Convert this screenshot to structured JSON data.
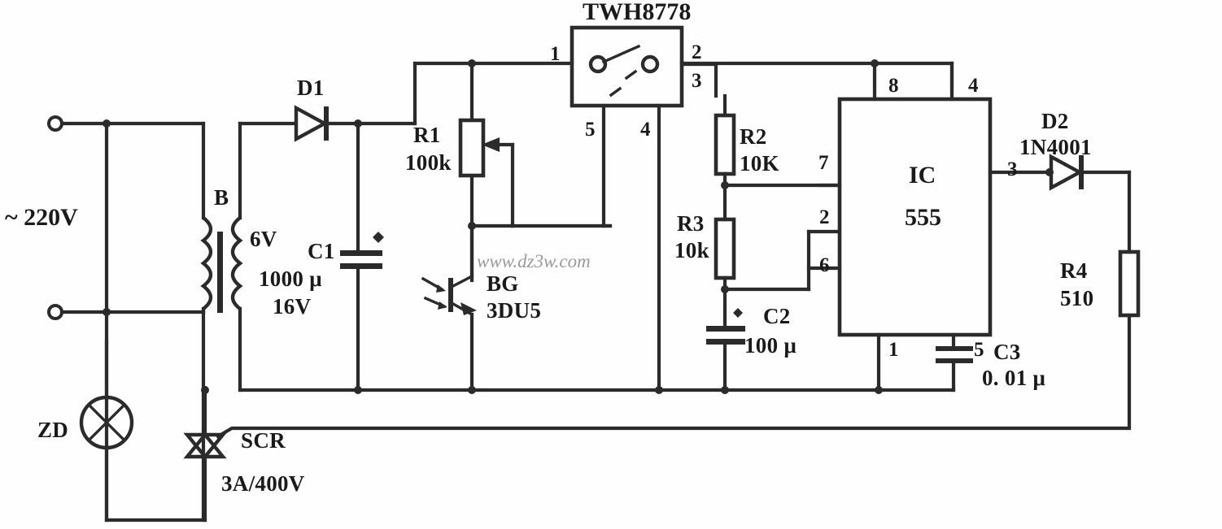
{
  "diagram": {
    "title": "TWH8778",
    "watermark": "www.dz3w.com",
    "type": "schematic"
  },
  "source": {
    "ac_label": "~ 220V",
    "terminal_top": "ac-terminal-top",
    "terminal_bottom": "ac-terminal-bottom"
  },
  "components": {
    "lamp": {
      "ref": "ZD"
    },
    "scr": {
      "ref": "SCR",
      "rating": "3A/400V"
    },
    "transformer": {
      "ref": "B",
      "secondary": "6V"
    },
    "d1": {
      "ref": "D1"
    },
    "c1": {
      "ref": "C1",
      "value": "1000 μ",
      "voltage": "16V"
    },
    "r1": {
      "ref": "R1",
      "value": "100k"
    },
    "bg": {
      "ref": "BG",
      "value": "3DU5"
    },
    "twh": {
      "ref": "TWH8778",
      "pins": [
        "1",
        "2",
        "3",
        "5",
        "4"
      ]
    },
    "r2": {
      "ref": "R2",
      "value": "10K"
    },
    "r3": {
      "ref": "R3",
      "value": "10k"
    },
    "c2": {
      "ref": "C2",
      "value": "100 μ"
    },
    "ic": {
      "ref": "IC",
      "value": "555",
      "pins": [
        "8",
        "4",
        "7",
        "3",
        "2",
        "6",
        "1",
        "5"
      ]
    },
    "c3": {
      "ref": "C3",
      "value": "0. 01 μ"
    },
    "d2": {
      "ref": "D2",
      "value": "1N4001"
    },
    "r4": {
      "ref": "R4",
      "value": "510"
    }
  },
  "colors": {
    "ink": "#2b2b2b",
    "paper": "#fefefe",
    "watermark": "#9a9a9a"
  }
}
